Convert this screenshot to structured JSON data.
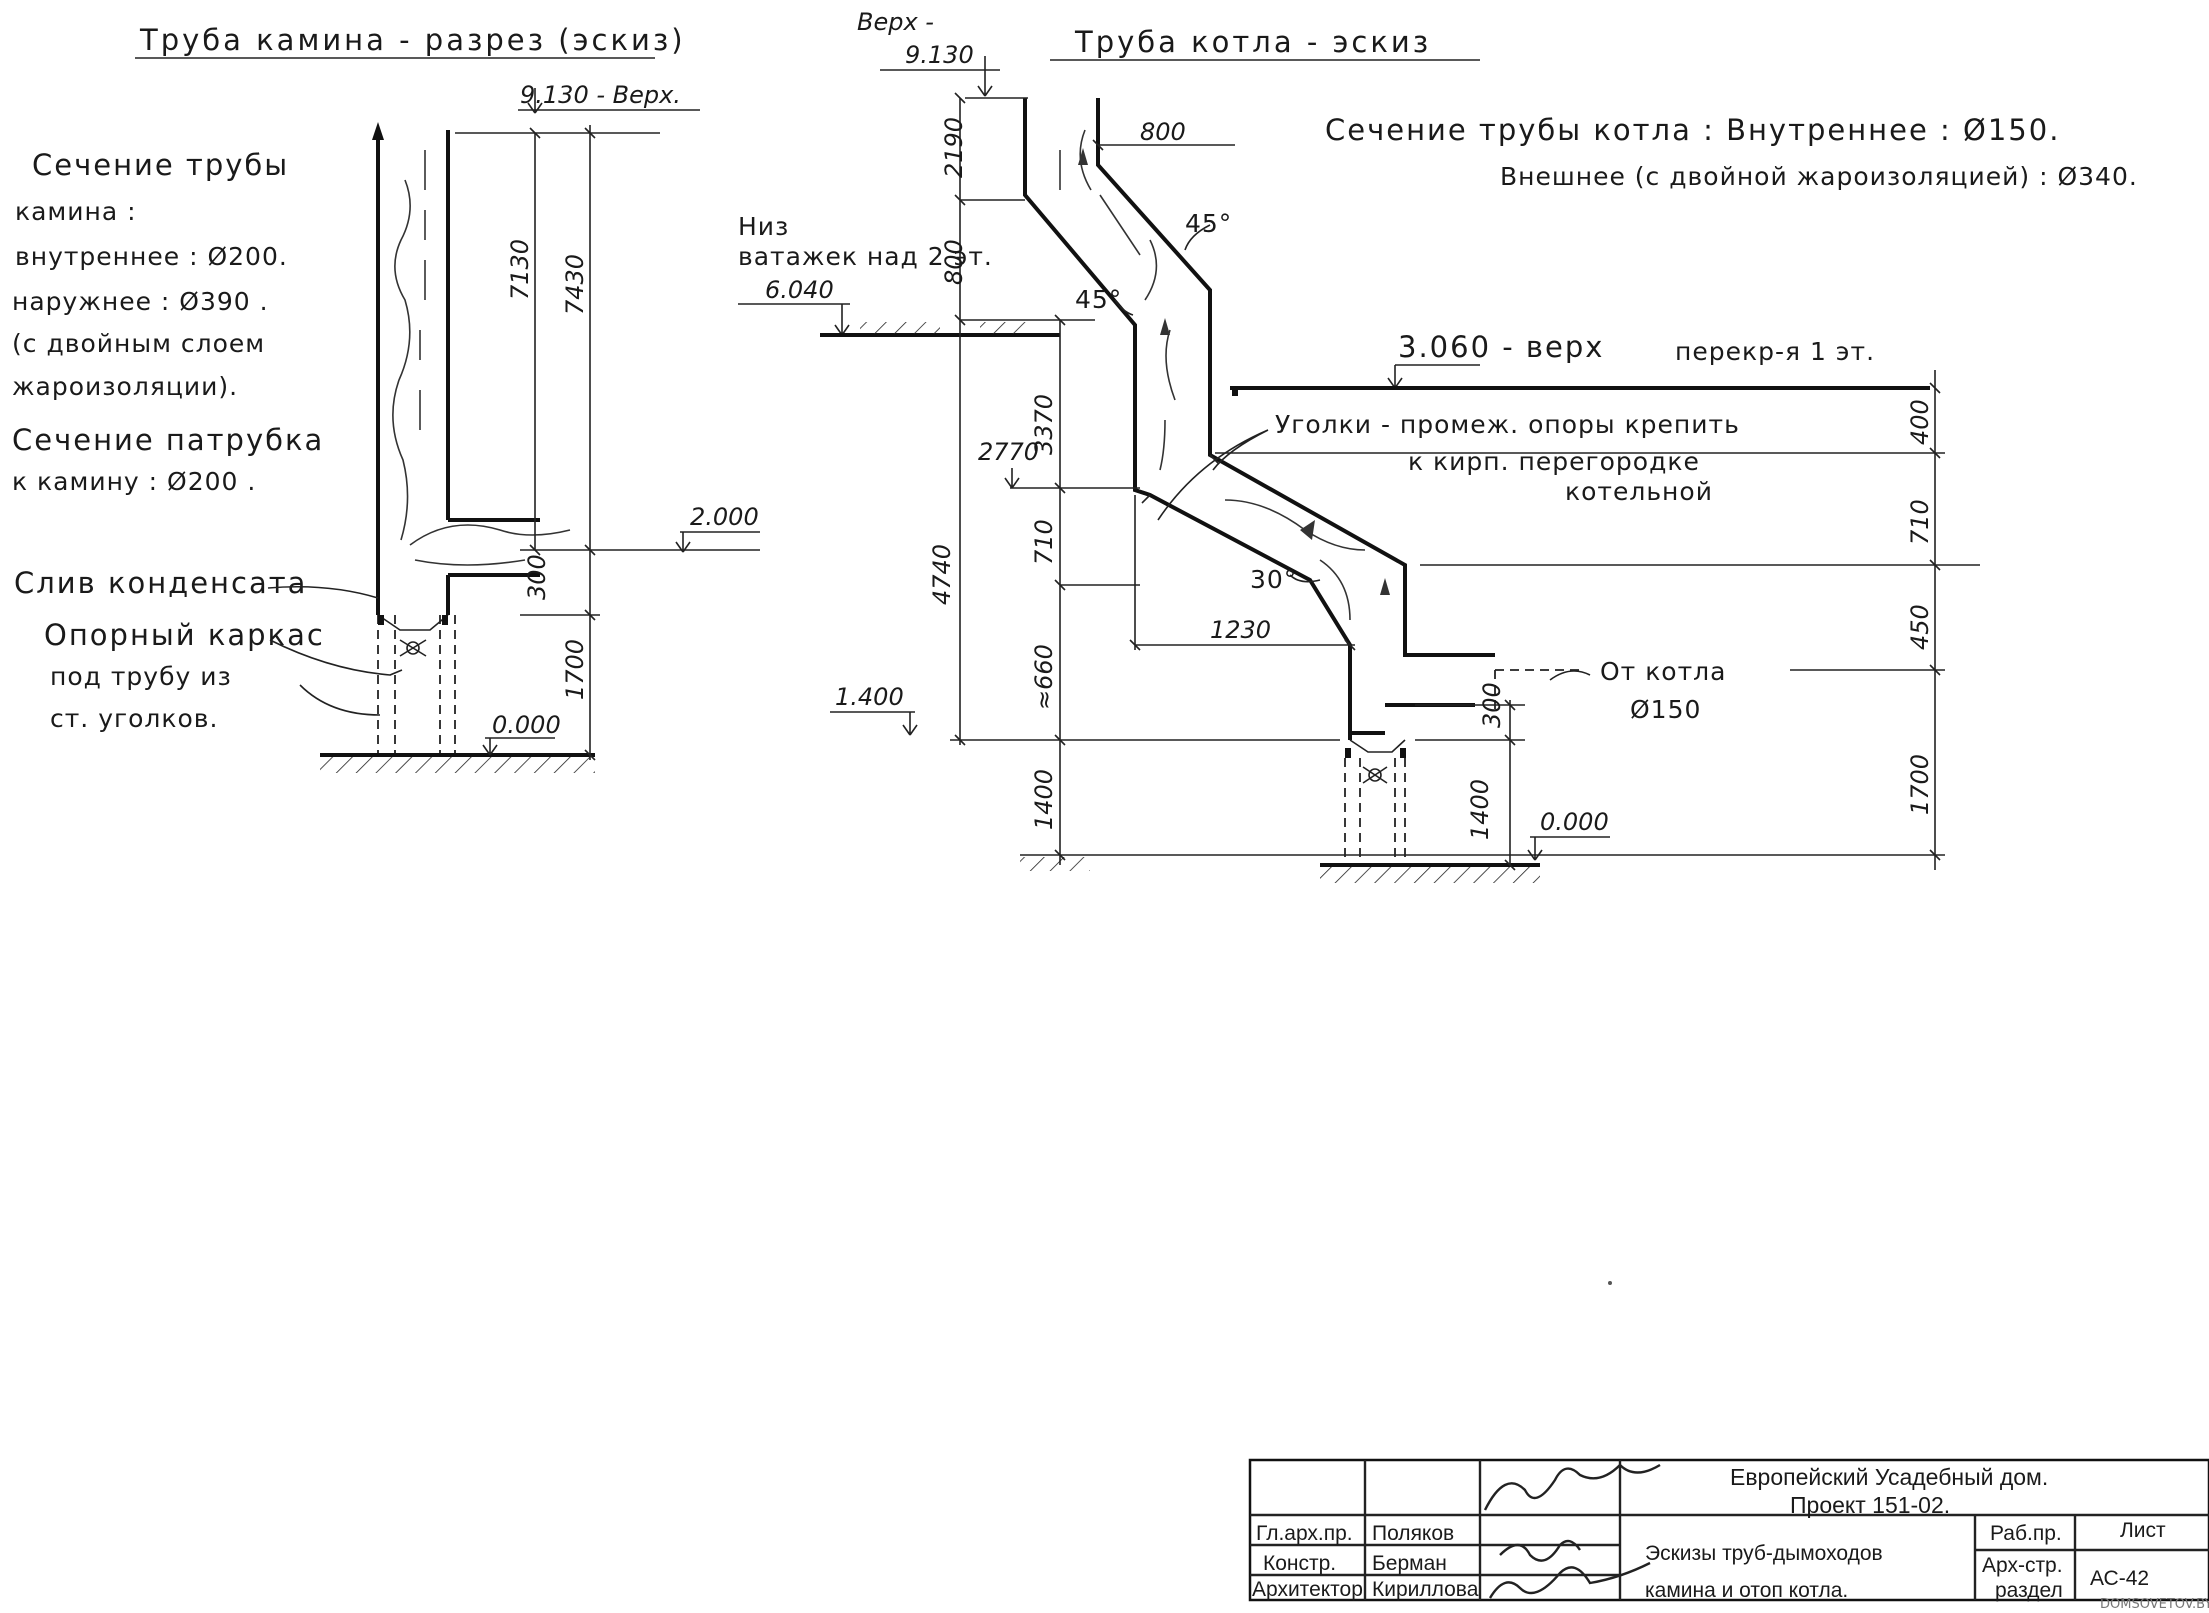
{
  "left_sketch": {
    "title": "Труба камина - разрез (эскиз)",
    "section_lines": [
      "Сечение трубы",
      "камина :",
      "внутреннее : Ø200.",
      "наружнее : Ø390 .",
      "(с двойным слоем",
      "жароизоляции).",
      "Сечение патрубка",
      "к камину : Ø200 ."
    ],
    "condensate": "Слив конденсата",
    "frame_lines": [
      "Опорный каркас",
      "под трубу из",
      "ст. уголков."
    ],
    "levels": {
      "top": "9.130 - Верх.",
      "mid": "2.000",
      "zero": "0.000"
    },
    "dims": {
      "d7130": "7130",
      "d7430": "7430",
      "d300": "300",
      "d1700": "1700"
    }
  },
  "right_sketch": {
    "title": "Труба котла - эскиз",
    "top_level": [
      "Верх -",
      "9.130"
    ],
    "section_lines": [
      "Сечение трубы котла : Внутреннее : Ø150.",
      "Внешнее (с двойной жароизоляцией) : Ø340."
    ],
    "bottom_mark": [
      "Низ",
      "ватажек над 2 эт.",
      "6.040"
    ],
    "floor_level": "3.060 - верх",
    "floor_note": "перекр-я 1 эт.",
    "support_lines": [
      "Уголки - промеж. опоры крепить",
      "к кирп. перегородке",
      "котельной"
    ],
    "from_boiler": [
      "От котла",
      "Ø150"
    ],
    "levels": {
      "l1400": "1.400",
      "zero": "0.000",
      "l2770": "2770"
    },
    "dims": {
      "d2190": "2190",
      "d800a": "800",
      "d800b": "800",
      "d3370": "3370",
      "d4740": "4740",
      "d710": "710",
      "d660": "≈660",
      "d1400a": "1400",
      "d1230": "1230",
      "d300": "300",
      "d1400b": "1400",
      "r400": "400",
      "r710": "710",
      "r450": "450",
      "r1700": "1700"
    },
    "angles": {
      "a45top": "45°",
      "a45left": "45°",
      "a30": "30°"
    }
  },
  "stamp": {
    "company": "Европейский Усадебный дом.",
    "project": "Проект 151-02.",
    "rows": [
      {
        "role": "Гл.арх.пр.",
        "name": "Поляков"
      },
      {
        "role": "Констр.",
        "name": "Берман"
      },
      {
        "role": "Архитектор",
        "name": "Кириллова"
      }
    ],
    "sheet_title_lines": [
      "Эскизы труб-дымоходов",
      "камина и отоп котла."
    ],
    "stage_label": "Раб.пр.",
    "sheet_label": "Лист",
    "section_lines": [
      "Арх-стр.",
      "раздел"
    ],
    "sheet_number": "АС-42"
  },
  "watermark": "DOMSOVETOV.BY"
}
